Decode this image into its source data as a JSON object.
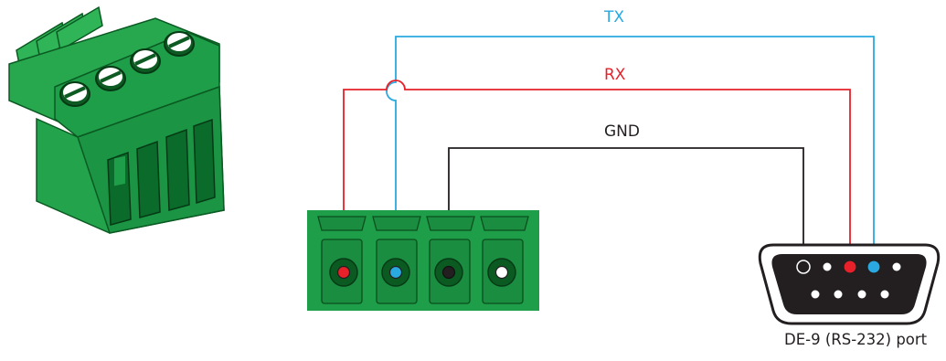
{
  "wires": {
    "tx": {
      "label": "TX",
      "color": "#29a9e0"
    },
    "rx": {
      "label": "RX",
      "color": "#e8202a"
    },
    "gnd": {
      "label": "GND",
      "color": "#231f20"
    }
  },
  "port": {
    "label": "DE-9 (RS-232) port"
  },
  "icons": [
    "terminal-block-connector-icon",
    "terminal-block-front-icon",
    "de9-port-icon"
  ],
  "colors": {
    "block_green": "#1e9e48",
    "block_dark": "#0a6b2a",
    "tx": "#29a9e0",
    "rx": "#e8202a",
    "gnd": "#231f20"
  }
}
